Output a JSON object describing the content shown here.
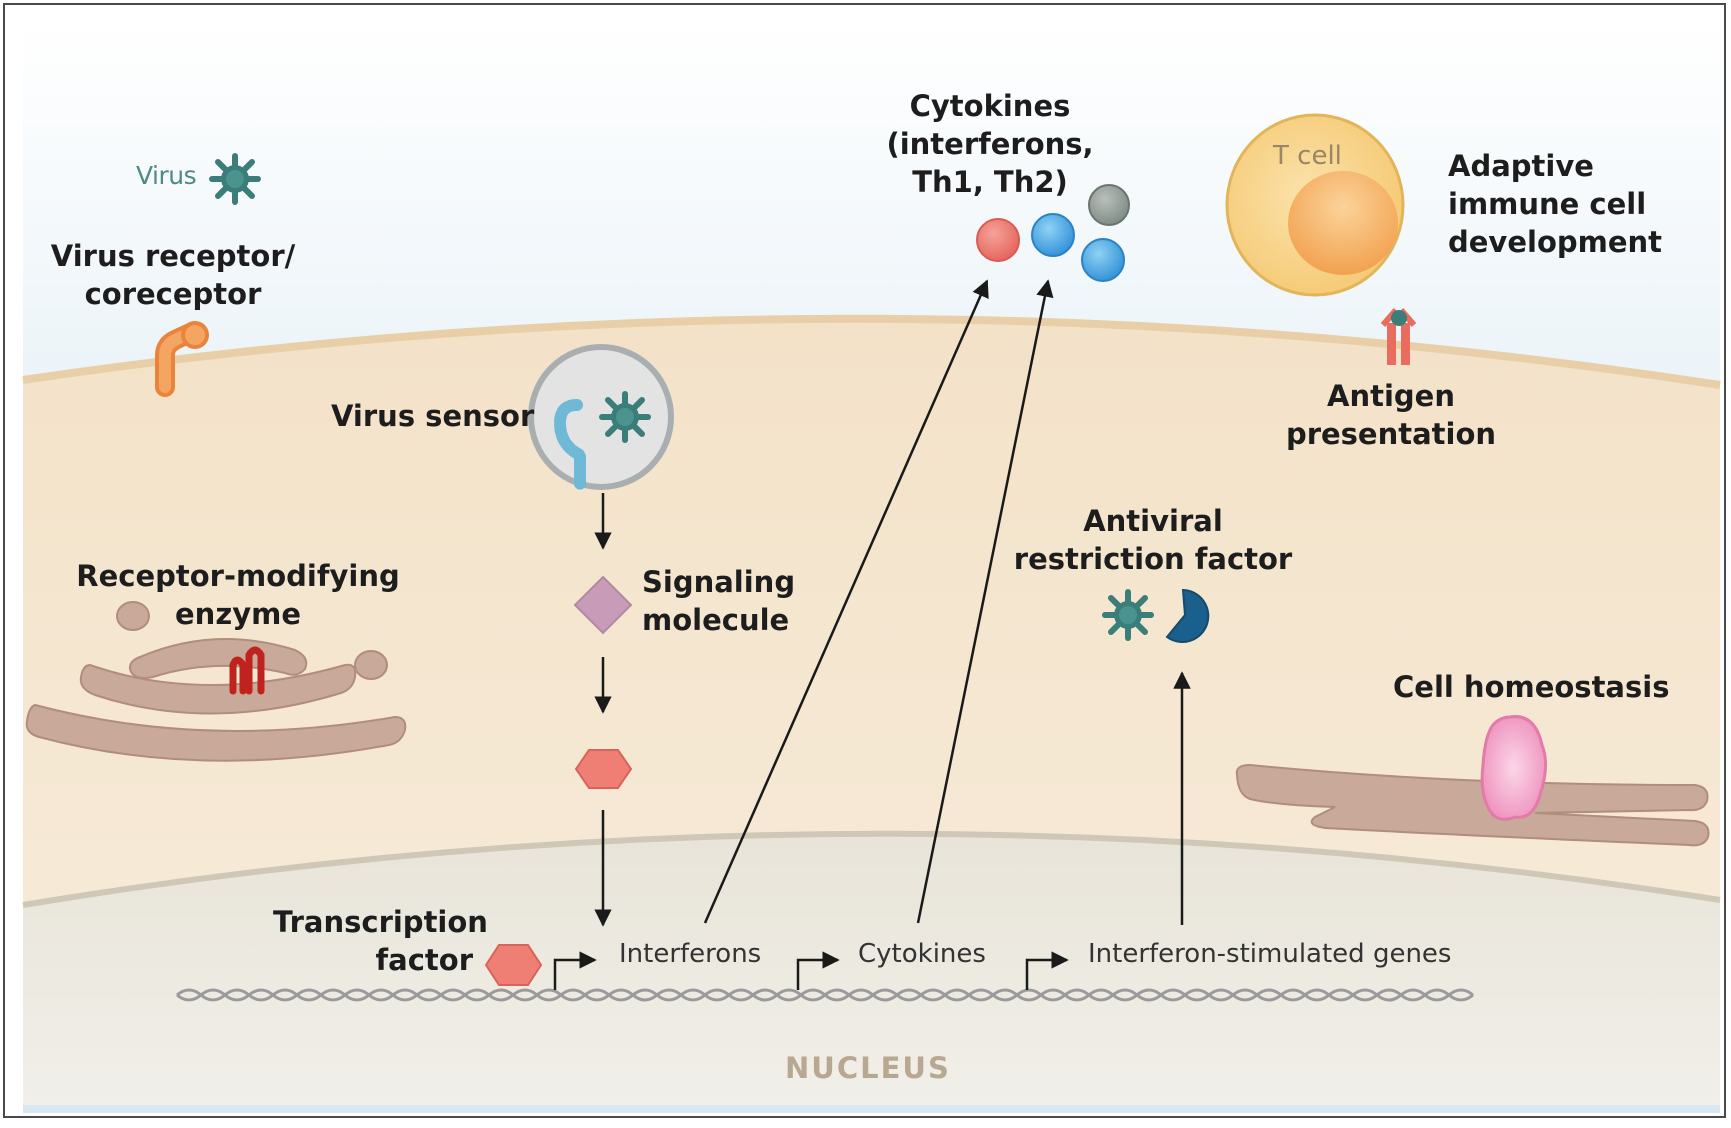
{
  "labels": {
    "virus": "Virus",
    "virus_receptor": [
      "Virus receptor/",
      "coreceptor"
    ],
    "virus_sensor": "Virus sensor",
    "signaling_molecule": [
      "Signaling",
      "molecule"
    ],
    "receptor_modifying_enzyme": [
      "Receptor-modifying",
      "enzyme"
    ],
    "transcription_factor": [
      "Transcription",
      "factor"
    ],
    "cytokines": [
      "Cytokines",
      "(interferons,",
      "Th1, Th2)"
    ],
    "t_cell": "T cell",
    "adaptive_immune": [
      "Adaptive",
      "immune cell",
      "development"
    ],
    "antigen_presentation": [
      "Antigen",
      "presentation"
    ],
    "antiviral_restriction_factor": [
      "Antiviral",
      "restriction factor"
    ],
    "cell_homeostasis": "Cell homeostasis",
    "nucleus": "NUCLEUS"
  },
  "genes": [
    {
      "label": "Interferons"
    },
    {
      "label": "Cytokines"
    },
    {
      "label": "Interferon-stimulated genes"
    }
  ],
  "colors": {
    "extracellular": "#dcebf4",
    "cytoplasm": "#f6e8d2",
    "nucleus_fill": "#e9e6dd",
    "virus": "#3b7d79",
    "receptor": "#f39a4c",
    "cytokine_red": "#ea6e66",
    "cytokine_blue": "#3c9ad8",
    "cytokine_gray": "#8a9590",
    "tcell": "#f9d78d",
    "golgi": "#c9a99a",
    "hexagon": "#ef7e74",
    "diamond": "#c89bb8",
    "pacman": "#1b5f8c",
    "er_protein": "#ef9fc4"
  }
}
